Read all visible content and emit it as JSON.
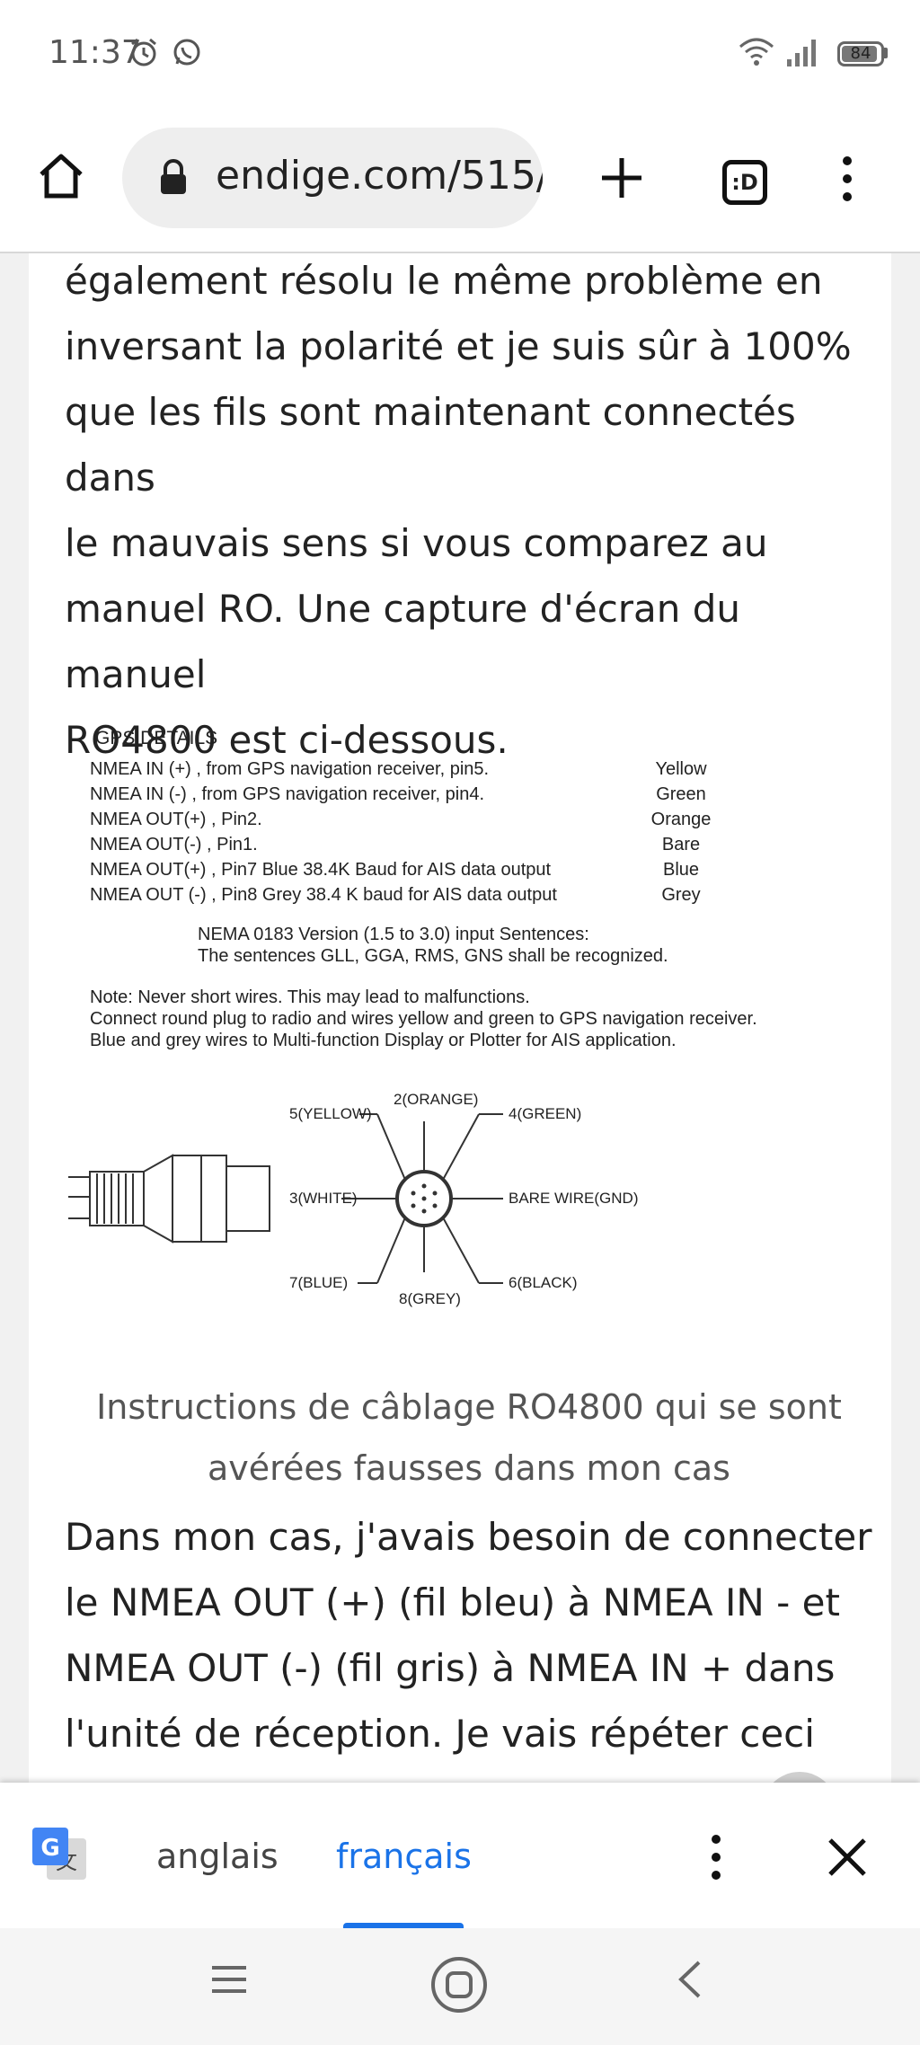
{
  "status_bar": {
    "time": "11:37",
    "battery": "84",
    "battery_level": 0.84,
    "icons": [
      "alarm-icon",
      "whatsapp-icon",
      "wifi-icon",
      "signal-icon",
      "battery-icon"
    ]
  },
  "browser": {
    "url": "endige.com/515/",
    "tabs_label": ":D",
    "icons": [
      "home-icon",
      "lock-icon",
      "new-tab-icon",
      "tabs-icon",
      "more-menu-icon"
    ]
  },
  "article": {
    "para1_lines": [
      "également résolu le même problème en",
      "inversant la polarité et je suis sûr à 100%",
      "que les fils sont maintenant connectés dans",
      "le mauvais sens si vous comparez au",
      "manuel RO. Une capture d'écran du manuel",
      "RO4800 est ci-dessous."
    ],
    "figure": {
      "title": "GPS DETAILS",
      "rows": [
        {
          "label": "NMEA IN (+) ,  from GPS navigation receiver, pin5.",
          "value": "Yellow"
        },
        {
          "label": "NMEA IN (-) ,  from GPS navigation receiver, pin4.",
          "value": "Green"
        },
        {
          "label": "NMEA OUT(+) , Pin2.",
          "value": "Orange"
        },
        {
          "label": "NMEA OUT(-) ,  Pin1.",
          "value": "Bare"
        },
        {
          "label": "NMEA OUT(+) ,  Pin7 Blue 38.4K Baud for AIS data output",
          "value": "Blue"
        },
        {
          "label": "NMEA OUT (-) ,  Pin8 Grey 38.4 K baud for AIS data output",
          "value": "Grey"
        }
      ],
      "nema_line1": "NEMA 0183 Version (1.5 to 3.0) input Sentences:",
      "nema_line2": "The sentences GLL, GGA, RMS, GNS shall be recognized.",
      "note_line1": "Note: Never short wires. This may lead to malfunctions.",
      "note_line2": "Connect round plug to radio and wires yellow and green to GPS navigation receiver.",
      "note_line3": "Blue and grey wires to Multi-function Display or Plotter for AIS application.",
      "wires": {
        "yellow": "5(YELLOW)",
        "orange": "2(ORANGE)",
        "green": "4(GREEN)",
        "white": "3(WHITE)",
        "bare": "BARE WIRE(GND)",
        "blue": "7(BLUE)",
        "grey": "8(GREY)",
        "black": "6(BLACK)"
      }
    },
    "caption_lines": [
      "Instructions de câblage RO4800 qui se sont",
      "avérées fausses dans mon cas"
    ],
    "para2_lines": [
      "Dans mon cas, j'avais besoin de connecter",
      "le NMEA OUT (+) (fil bleu) à NMEA IN - et",
      "NMEA OUT (-) (fil gris) à NMEA IN + dans",
      "l'unité de réception. Je vais répéter ceci"
    ]
  },
  "translate_bar": {
    "source_lang": "anglais",
    "target_lang": "français",
    "source_color": "#444444",
    "target_color": "#1a73e8"
  },
  "nav_bar": {
    "icons": [
      "recents-icon",
      "home-nav-icon",
      "back-icon"
    ]
  }
}
